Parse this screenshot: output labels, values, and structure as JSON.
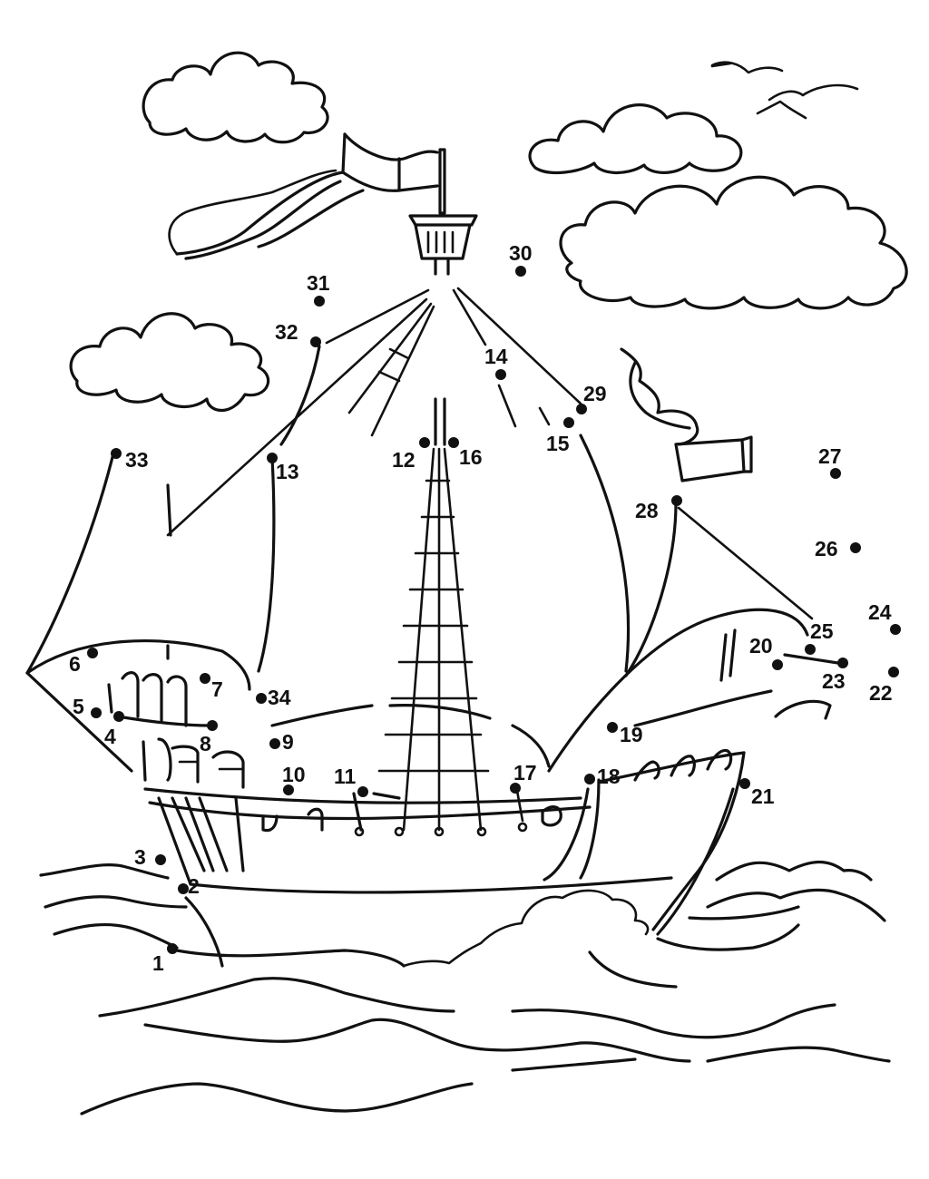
{
  "puzzle": {
    "type": "connect-the-dots",
    "subject": "sailing ship on waves",
    "ink_color": "#111111",
    "background": "#ffffff",
    "dot_labels": [
      "1",
      "2",
      "3",
      "4",
      "5",
      "6",
      "7",
      "8",
      "9",
      "10",
      "11",
      "12",
      "13",
      "14",
      "15",
      "16",
      "17",
      "18",
      "19",
      "20",
      "21",
      "22",
      "23",
      "24",
      "25",
      "26",
      "27",
      "28",
      "29",
      "30",
      "31",
      "32",
      "33",
      "34"
    ]
  }
}
